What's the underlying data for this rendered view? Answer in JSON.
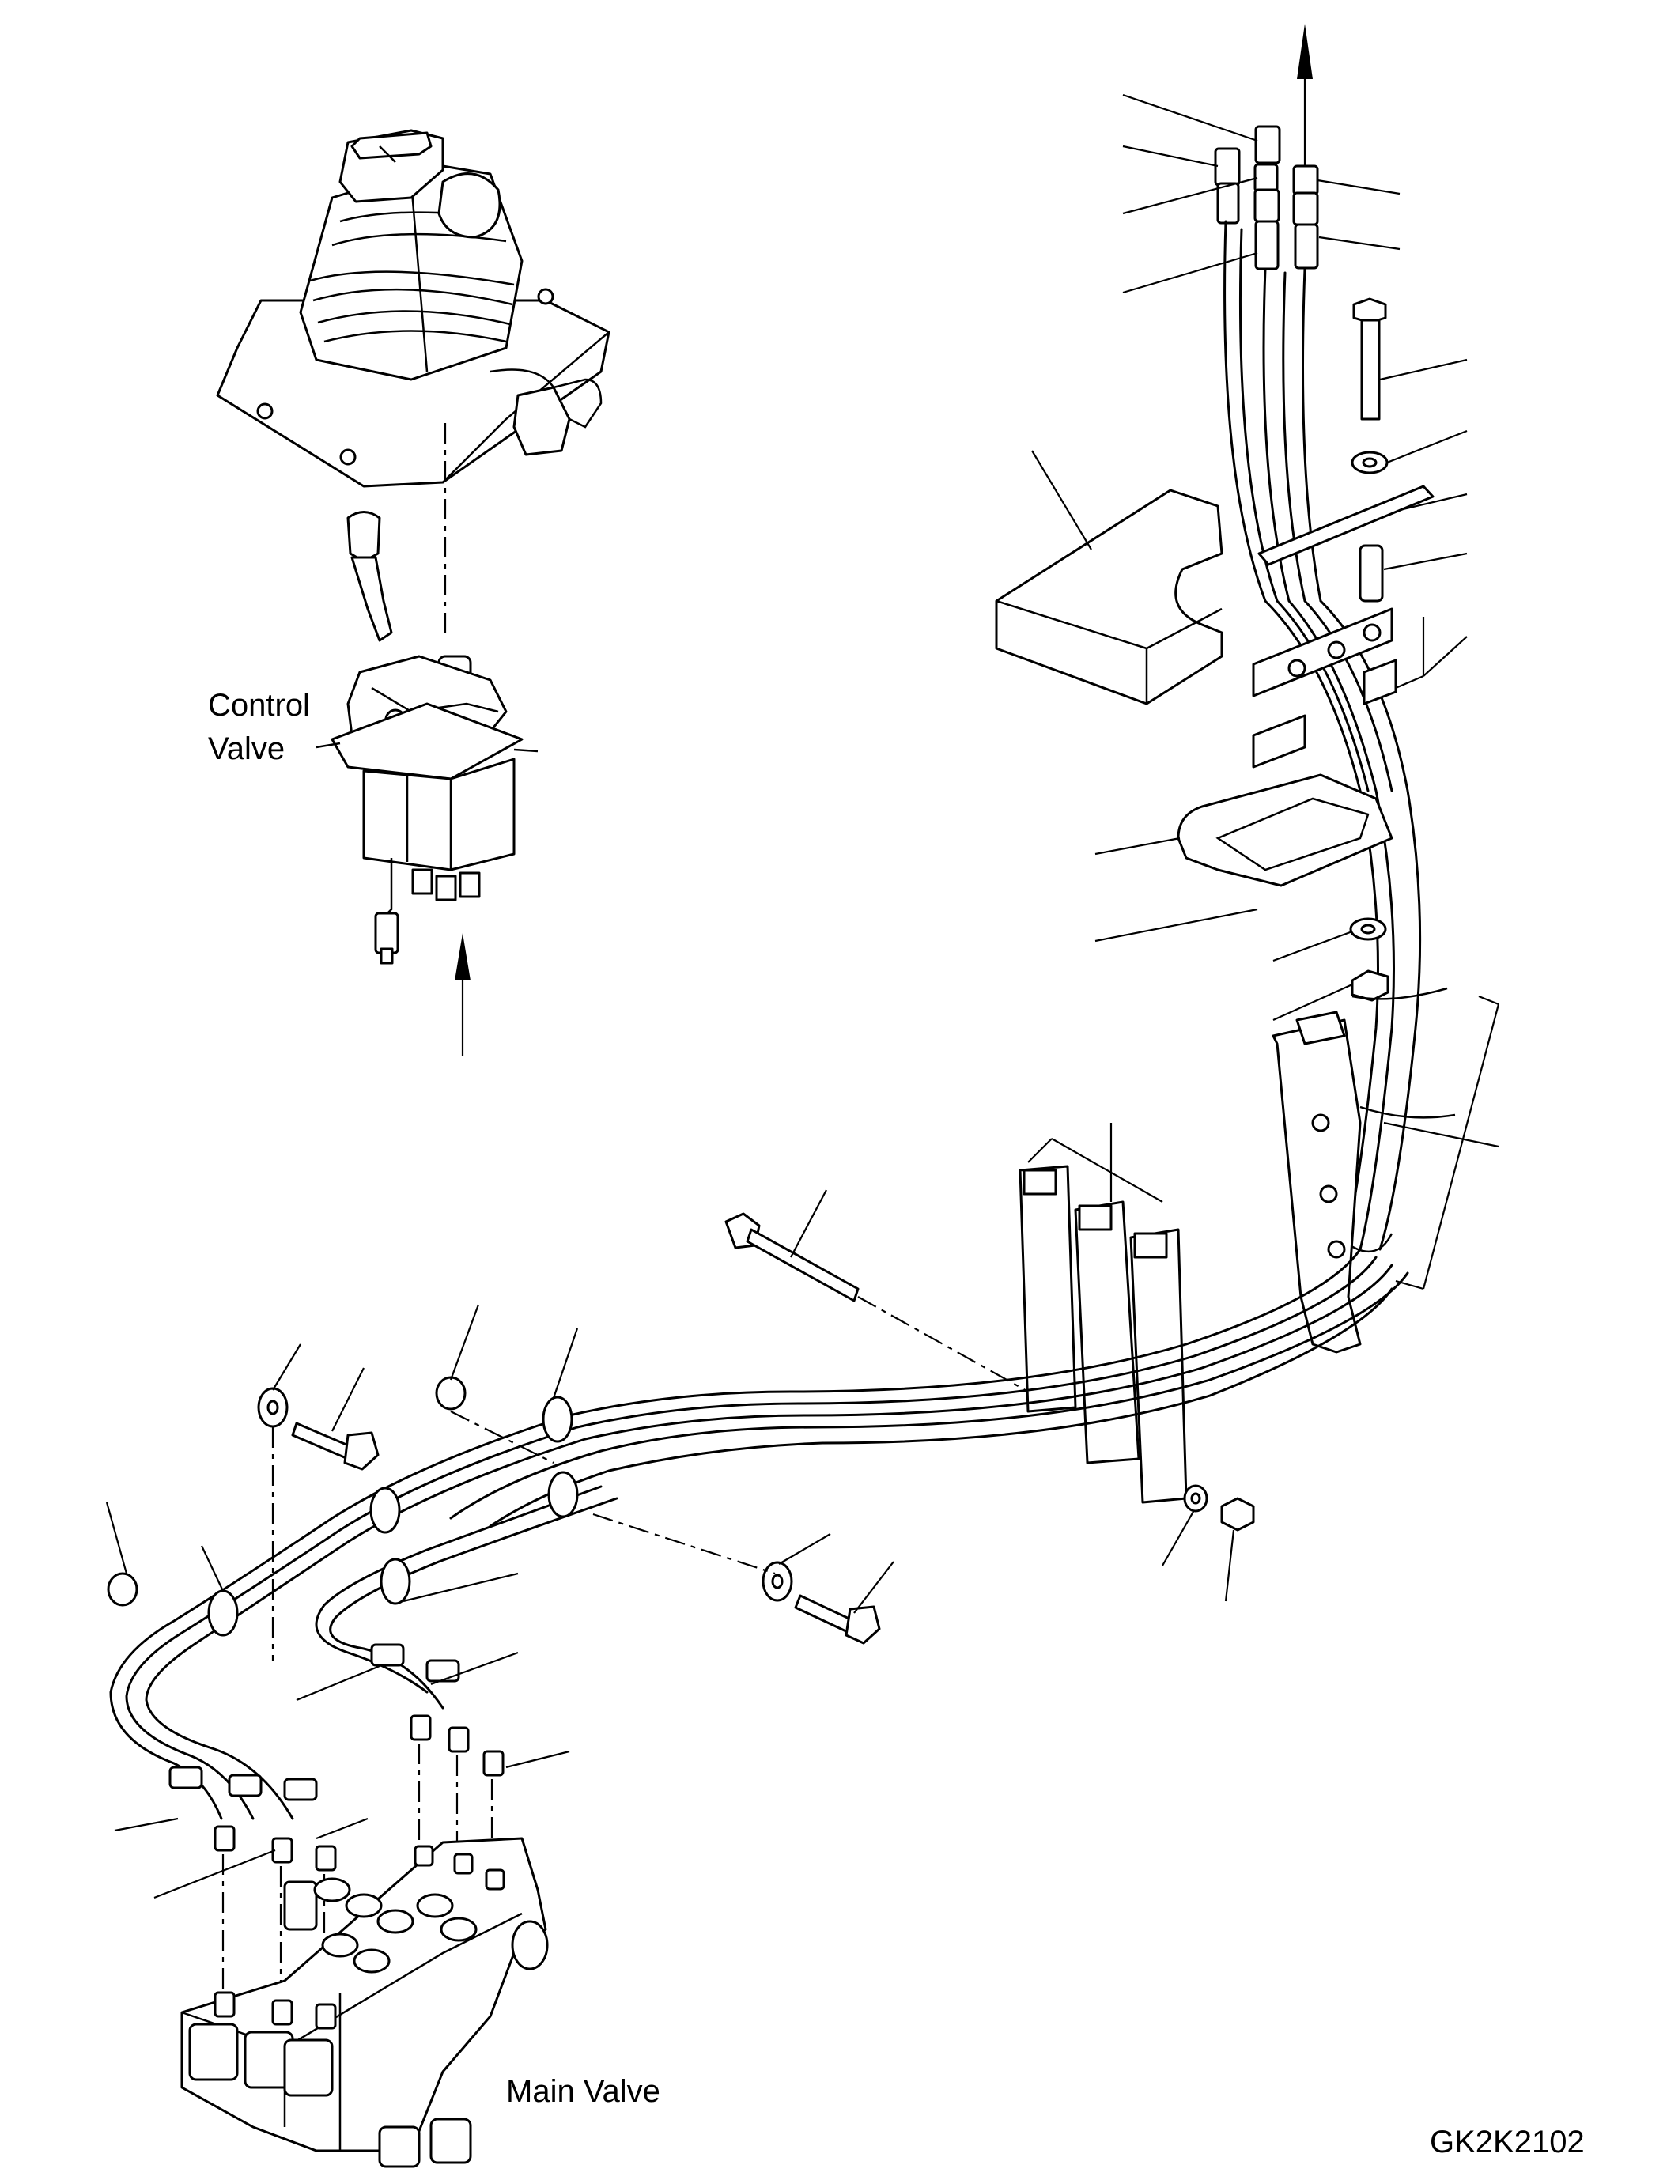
{
  "labels": {
    "control_valve_line1": "Control",
    "control_valve_line2": "Valve",
    "main_valve": "Main Valve",
    "drawing_number": "GK2K2102"
  },
  "colors": {
    "line": "#000000",
    "background": "#ffffff"
  }
}
